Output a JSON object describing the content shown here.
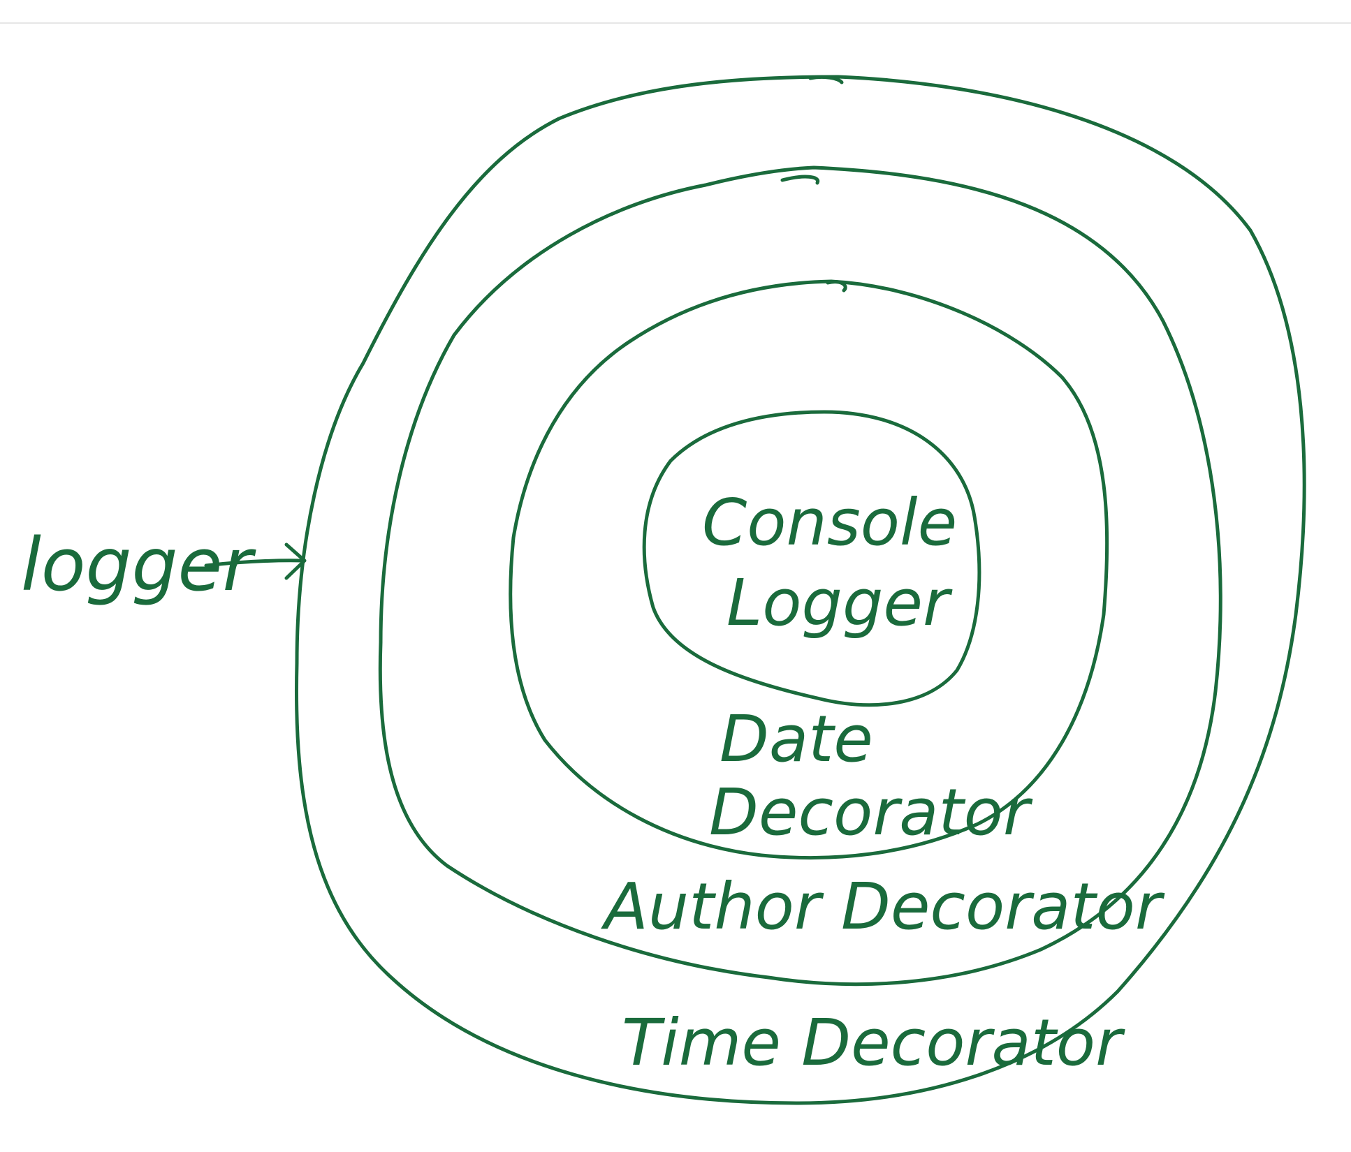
{
  "colors": {
    "ink": "#1a6b3c",
    "background": "#ffffff",
    "divider": "#e6e6e6"
  },
  "labels": {
    "logger": "logger",
    "console_logger_line1": "Console",
    "console_logger_line2": "Logger",
    "date_decorator_line1": "Date",
    "date_decorator_line2": "Decorator",
    "author_decorator": "Author Decorator",
    "time_decorator": "Time Decorator"
  }
}
